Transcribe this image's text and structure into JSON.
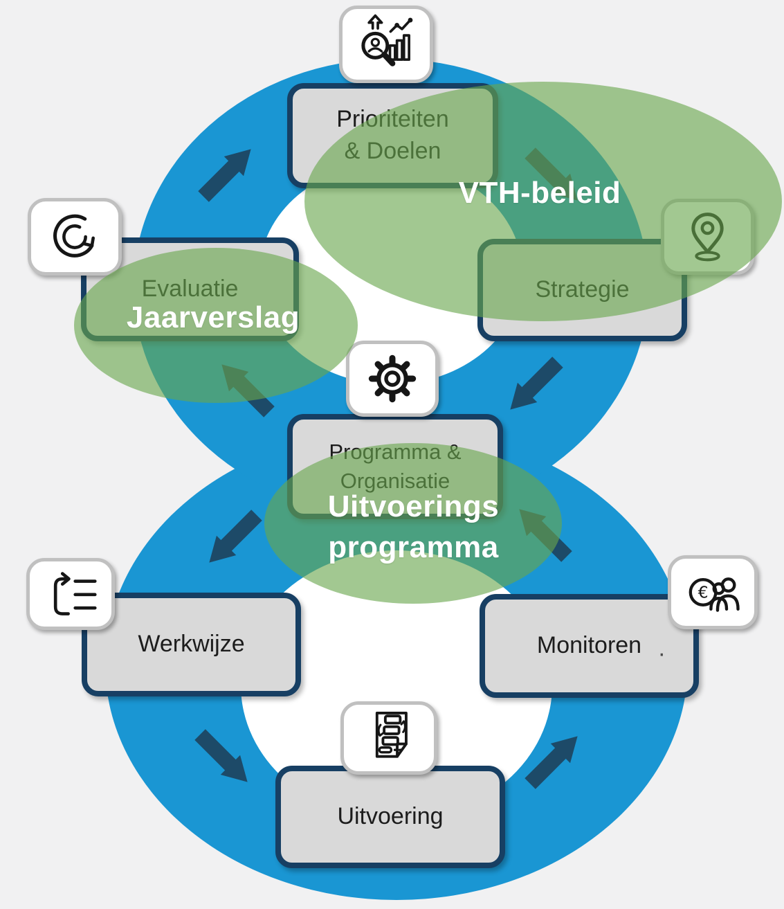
{
  "diagram": {
    "type": "policy-cycle-figure-eight",
    "colors": {
      "background": "#f1f1f2",
      "ring_blue": "#1a96d3",
      "ring_hole": "#ffffff",
      "arrow_navy": "#1d4a68",
      "box_fill": "#d9d9d9",
      "box_border": "#173f63",
      "overlay_green": "#69a74d",
      "overlay_label_text": "#ffffff",
      "box_label_text": "#1c1c1c"
    },
    "stations": [
      {
        "id": "prioriteiten-doelen",
        "lines": [
          "Prioriteiten",
          "& Doelen"
        ],
        "icon": "analytics-magnifier-icon"
      },
      {
        "id": "strategie",
        "lines": [
          "Strategie"
        ],
        "icon": "location-pin-icon"
      },
      {
        "id": "evaluatie",
        "lines": [
          "Evaluatie"
        ],
        "icon": "refresh-cycle-icon"
      },
      {
        "id": "programma-organisatie",
        "lines": [
          "Programma &",
          "Organisatie"
        ],
        "icon": "gear-icon"
      },
      {
        "id": "werkwijze",
        "lines": [
          "Werkwijze"
        ],
        "icon": "process-list-icon"
      },
      {
        "id": "monitoren",
        "lines": [
          "Monitoren"
        ],
        "suffix": "·",
        "icon": "euro-people-icon"
      },
      {
        "id": "uitvoering",
        "lines": [
          "Uitvoering"
        ],
        "icon": "document-flow-icon"
      }
    ],
    "overlays": [
      {
        "id": "vth-beleid",
        "lines": [
          "VTH-beleid"
        ]
      },
      {
        "id": "jaarverslag",
        "lines": [
          "Jaarverslag"
        ]
      },
      {
        "id": "uitvoeringsprogramma",
        "lines": [
          "Uitvoerings",
          "programma"
        ]
      }
    ],
    "arrows": [
      {
        "from": "evaluatie",
        "to": "prioriteiten-doelen",
        "direction": "up-right"
      },
      {
        "from": "prioriteiten-doelen",
        "to": "strategie",
        "direction": "down-right"
      },
      {
        "from": "strategie",
        "to": "programma-organisatie",
        "direction": "down-left"
      },
      {
        "from": "programma-organisatie",
        "to": "evaluatie",
        "direction": "up-left"
      },
      {
        "from": "programma-organisatie",
        "to": "werkwijze",
        "direction": "down-left"
      },
      {
        "from": "werkwijze",
        "to": "uitvoering",
        "direction": "down-right"
      },
      {
        "from": "uitvoering",
        "to": "monitoren",
        "direction": "up-right"
      },
      {
        "from": "monitoren",
        "to": "programma-organisatie",
        "direction": "up-left"
      }
    ],
    "euro_symbol": "€"
  }
}
